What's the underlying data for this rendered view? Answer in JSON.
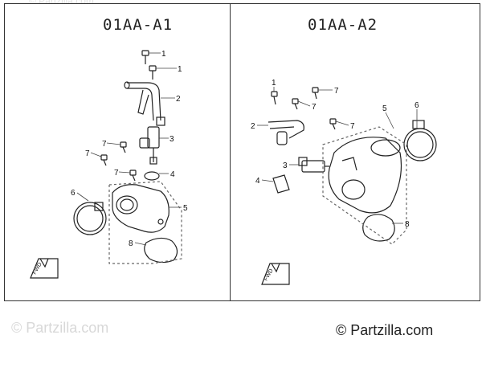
{
  "panels": {
    "left": {
      "title": "01AA-A1",
      "callouts": [
        "1",
        "1",
        "2",
        "3",
        "7",
        "7",
        "7",
        "4",
        "5",
        "6",
        "8"
      ],
      "fwd_label": "FWD"
    },
    "right": {
      "title": "01AA-A2",
      "callouts": [
        "1",
        "7",
        "7",
        "7",
        "2",
        "5",
        "6",
        "3",
        "4",
        "8"
      ],
      "fwd_label": "FWD"
    }
  },
  "watermarks": {
    "top": "© Partzilla.com",
    "faint": "© Partzilla.com",
    "main": "© Partzilla.com"
  },
  "colors": {
    "line": "#222222",
    "leader": "#444444",
    "dashed": "#666666"
  }
}
